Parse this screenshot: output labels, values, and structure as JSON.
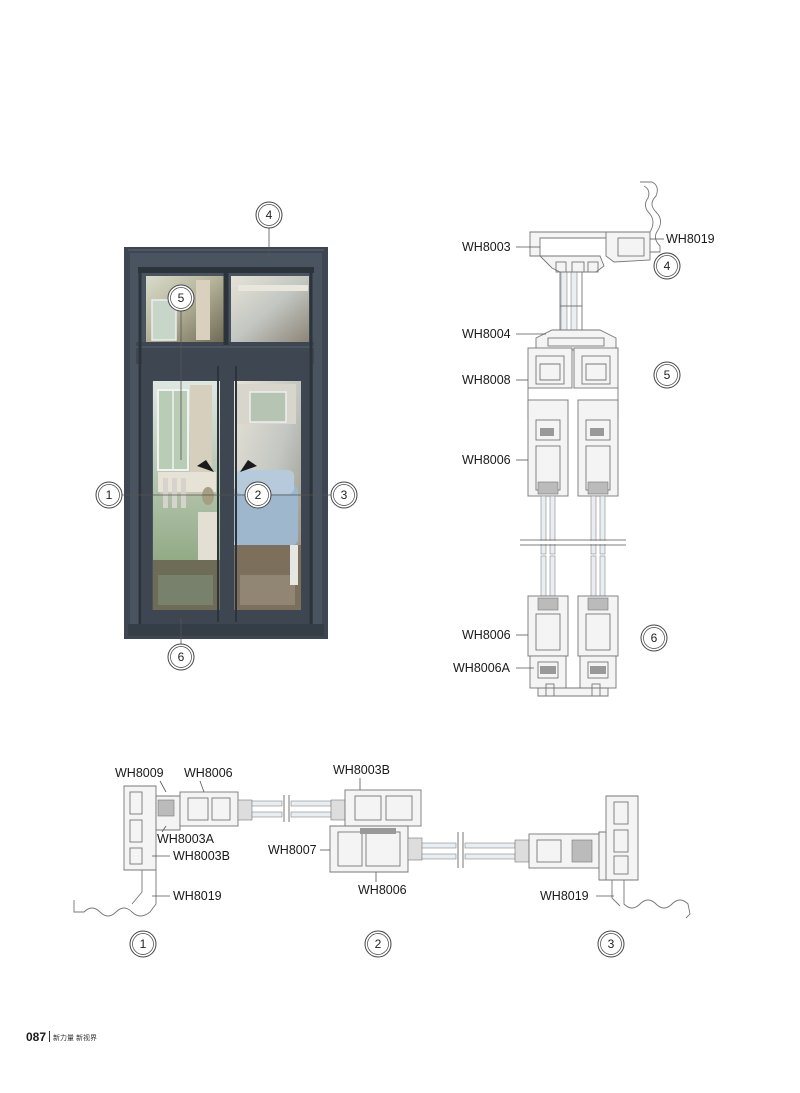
{
  "callouts": {
    "elevation": [
      "1",
      "2",
      "3",
      "4",
      "5",
      "6"
    ],
    "vertical": [
      "4",
      "5",
      "6"
    ],
    "horizontal": [
      "1",
      "2",
      "3"
    ]
  },
  "vertical_labels": {
    "l1": "WH8003",
    "l2": "WH8019",
    "l3": "WH8004",
    "l4": "WH8008",
    "l5": "WH8006",
    "l6": "WH8006",
    "l7": "WH8006A"
  },
  "horizontal_labels": {
    "h1": "WH8009",
    "h2": "WH8006",
    "h3": "WH8003B",
    "h4": "WH8003A",
    "h5": "WH8003B",
    "h6": "WH8007",
    "h7": "WH8019",
    "h8": "WH8006",
    "h9": "WH8019"
  },
  "footer": {
    "page": "087",
    "publisher": "新力量 新视界"
  },
  "colors": {
    "frame": "#3d4651",
    "frame_dark": "#2c333b",
    "glass_sky": "#c9d6c4"
  }
}
